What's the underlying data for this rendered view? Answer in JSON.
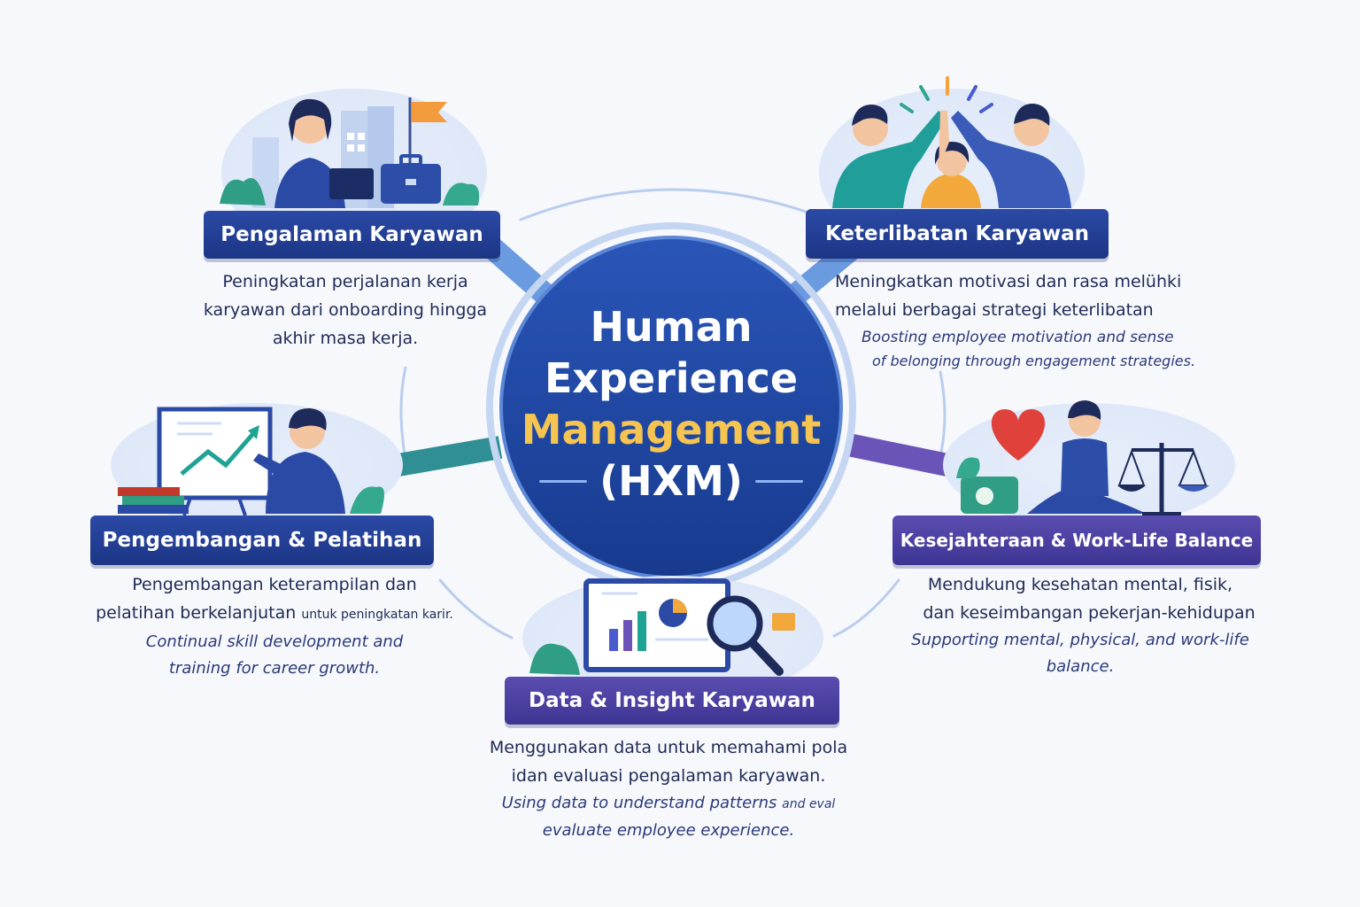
{
  "center": {
    "line1": "Human",
    "line2": "Experience",
    "line3": "Management",
    "line4": "(HXM)"
  },
  "nodes": {
    "experience": {
      "title": "Pengalaman Karyawan",
      "lines": [
        "Peningkatan perjalanan kerja",
        "karyawan dari onboarding hingga",
        "akhir masa kerja."
      ]
    },
    "engagement": {
      "title": "Keterlibatan Karyawan",
      "lines": [
        "Meningkatkan motivasi dan rasa melühki",
        "melalui berbagai strategi keterlibatan"
      ],
      "en_lines": [
        "Boosting employee motivation and sense",
        "of belonging through engagement strategies."
      ]
    },
    "development": {
      "title": "Pengembangan & Pelatihan",
      "line1": "Pengembangan keterampilan dan",
      "line2a": "pelatihan berkelanjutan",
      "line2b": "untuk peningkatan karir.",
      "en_lines": [
        "Continual skill development and",
        "training for career growth."
      ]
    },
    "wellbeing": {
      "title": "Kesejahteraan & Work-Life Balance",
      "lines": [
        "Mendukung kesehatan mental, fisik,",
        "dan keseimbangan pekerjan-kehidupan"
      ],
      "en_lines": [
        "Supporting mental, physical, and work-life",
        "balance."
      ]
    },
    "data": {
      "title": "Data & Insight Karyawan",
      "lines": [
        "Menggunakan data untuk memahami pola",
        "idan evaluasi pengalaman karyawan."
      ],
      "en_line1a": "Using data to understand patterns",
      "en_line1b": "and eval",
      "en_line2": "evaluate employee experience."
    }
  },
  "colors": {
    "primary_blue": "#1e3a8a",
    "accent_yellow": "#f5c451",
    "purple": "#4a3f9f",
    "teal": "#1aa39a",
    "connector_blue": "#5b8fd9",
    "connector_teal": "#2f8f95",
    "connector_purple": "#6b54b8"
  },
  "icons": {
    "experience": "office-worker-icon",
    "engagement": "high-five-team-icon",
    "development": "presentation-growth-chart-icon",
    "wellbeing": "heart-meditation-scale-icon",
    "data": "dashboard-magnifier-icon"
  }
}
